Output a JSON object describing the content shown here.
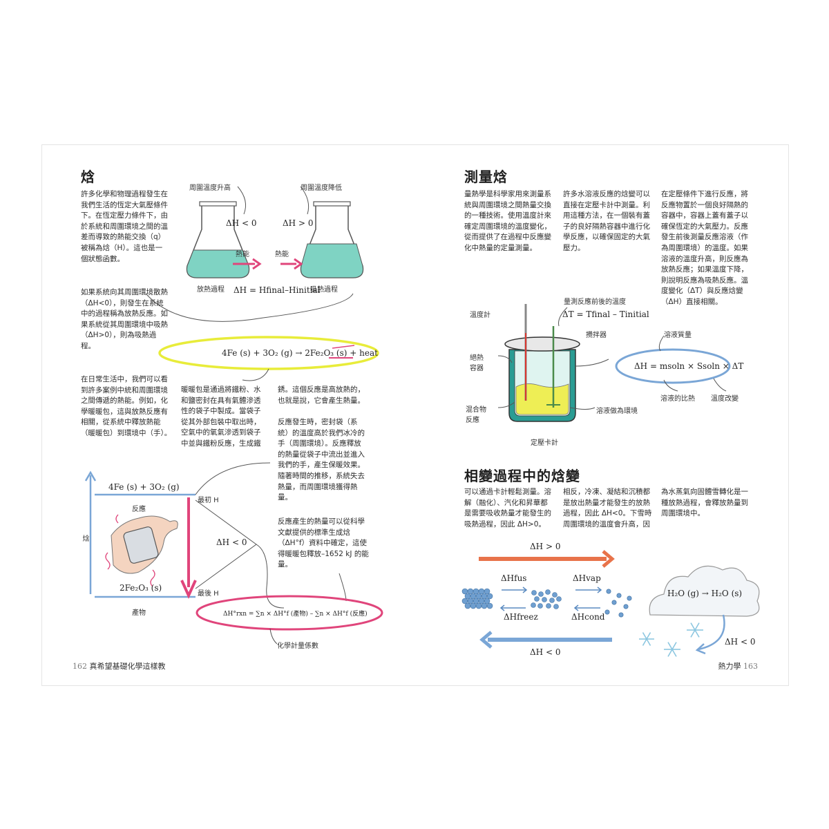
{
  "left": {
    "enthalpy": {
      "title": "焓",
      "intro": "許多化學和物理過程發生在\n我們生活的恆定大氣壓條件\n下。在恆定壓力條件下，由\n於系統和周圍環境之間的溫\n差而導致的熱能交換（q）\n被稱為焓（H）。這也是一\n個狀態函數。",
      "para2": "如果系統向其周圍環境散熱\n（ΔH<0），則發生在系統\n中的過程稱為放熱反應。如\n果系統從其周圍環境中吸熱\n（ΔH>0），則為吸熱過\n程。",
      "para3": "在日常生活中，我們可以看\n到許多案例中統和周圍環境\n之間傳遞的熱能。例如，化\n學暖暖包，這與放熱反應有\n相關，從系統中釋放熱能\n（暖暖包）到環境中（手）。",
      "para4": "暖暖包是通過將鐵粉、水\n和鹽密封在具有氣體滲透\n性的袋子中製成。當袋子\n從其外部包裝中取出時，\n空氣中的氧氣滲透到袋子\n中並與鐵粉反應，生成鐵",
      "para5": "銹。這個反應是高放熱的，\n也就是說，它會產生熱量。",
      "para6": "反應發生時，密封袋（系\n統）的溫度高於我們冰冷的\n手（周圍環境）。反應釋放\n的熱量從袋子中流出並進入\n我們的手，產生保暖效果。\n隨著時間的推移，系統失去\n熱量，而周圍環境獲得熱\n量。",
      "para7": "反應產生的熱量可以從科學\n文獻提供的標準生成焓\n（ΔH°f）資料中確定，這使\n得暖暖包釋放–1652 kJ 的能\n量。",
      "flask_left_label": "周圍溫度升高",
      "flask_right_label": "周圍溫度降低",
      "dh_neg": "ΔH < 0",
      "dh_pos": "ΔH > 0",
      "heat_left": "熱能",
      "heat_right": "熱能",
      "exo_label": "放熱過程",
      "endo_label": "吸熱過程",
      "dh_def": "ΔH = Hfinal–Hinitial",
      "rust_eq": "4Fe (s) + 3O₂ (g) → 2Fe₂O₃ (s) + heat",
      "energy": {
        "y_axis": "焓",
        "reactants_formula": "4Fe (s) + 3O₂ (g)",
        "reactants_label": "反應",
        "products_formula": "2Fe₂O₃ (s)",
        "products_label": "產物",
        "initial_h": "最初 H",
        "final_h": "最後 H",
        "dh": "ΔH < 0",
        "formula": "ΔH°rxn = ∑n × ΔH°f (產物) – ∑n × ΔH°f (反應)",
        "coeff_label": "化學計量係數"
      }
    },
    "footer": {
      "page": "162",
      "title": "真希望基礎化學這樣教"
    }
  },
  "right": {
    "measuring": {
      "title": "測量焓",
      "col1": "量熱學是科學家用來測量系\n統與周圍環境之間熱量交換\n的一種技術。使用溫度計來\n確定周圍環境的溫度變化，\n從而提供了在過程中反應變\n化中熱量的定量測量。",
      "col2": "許多水溶液反應的焓變可以\n直接在定壓卡計中測量。利\n用這種方法，在一個裝有蓋\n子的良好隔熱容器中進行化\n學反應，以確保固定的大氣\n壓力。",
      "col3": "在定壓條件下進行反應，將\n反應物置於一個良好隔熱的\n容器中，容器上蓋有蓋子以\n確保恆定的大氣壓力。反應\n發生前後測量反應溶液（作\n為周圍環境）的溫度。如果\n溶液的溫度升高，則反應為\n放熱反應；如果溫度下降，\n則說明反應為吸熱反應。溫\n度變化（ΔT）與反應焓變\n（ΔH）直接相關。",
      "calorimeter": {
        "temp_label": "量測反應前後的溫度",
        "dt_eq": "ΔT = Tfinal – Tinitial",
        "thermometer": "溫度計",
        "stirrer": "攪拌器",
        "insulated": "絕熱\n容器",
        "mixture": "混合物\n反應",
        "solution_env": "溶液做為環境",
        "device": "定壓卡計",
        "mass": "溶液質量",
        "dh_eq": "ΔH = msoln × Ssoln × ΔT",
        "specific_heat": "溶液的比熱",
        "temp_change": "溫度改變"
      }
    },
    "phase": {
      "title": "相變過程中的焓變",
      "col1": "可以通過卡計輕鬆測量。溶\n解（融化）、汽化和昇華都\n是需要吸收熱量才能發生的\n吸熱過程，因此 ΔH>0。",
      "col2": "相反，冷凍、凝結和沉積都\n是放出熱量才能發生的放熱\n過程，因此 ΔH<0。下雪時\n周圍環境的溫度會升高，因",
      "col3": "為水蒸氣向固體雪轉化是一\n種放熱過程，會釋放熱量到\n周圍環境中。",
      "dh_pos": "ΔH > 0",
      "dh_neg": "ΔH < 0",
      "fus": "ΔHfus",
      "vap": "ΔHvap",
      "freez": "ΔHfreez",
      "cond": "ΔHcond",
      "cloud_eq": "H₂O (g) → H₂O (s)",
      "snow_dh": "ΔH < 0"
    },
    "footer": {
      "page": "163",
      "title": "熱力學"
    }
  },
  "colors": {
    "liquid": "#7fd3c3",
    "pink": "#e0457b",
    "yellow": "#e8ec3a",
    "blue": "#7aa6d6",
    "orange": "#e8734a",
    "teal": "#2a9c93"
  }
}
